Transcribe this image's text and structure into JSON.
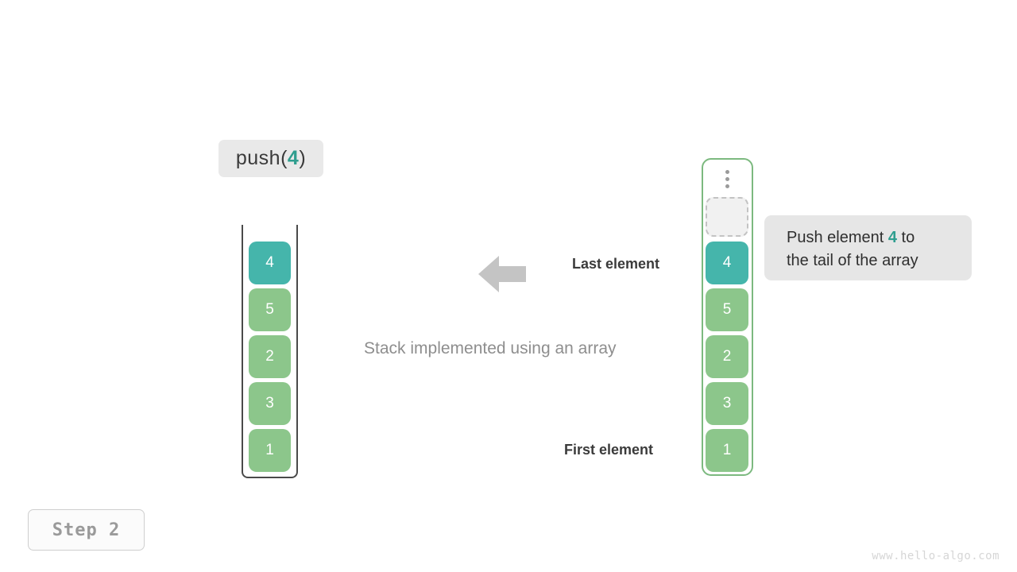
{
  "operation": {
    "prefix": "push(",
    "value": "4",
    "suffix": ")"
  },
  "stack": {
    "caption": "Stack implemented using an array",
    "cells": [
      {
        "value": "4",
        "color": "teal"
      },
      {
        "value": "5",
        "color": "green"
      },
      {
        "value": "2",
        "color": "green"
      },
      {
        "value": "3",
        "color": "green"
      },
      {
        "value": "1",
        "color": "green"
      }
    ]
  },
  "array": {
    "ellipsis_icon": "vertical-ellipsis-icon",
    "empty_slot_label": "",
    "cells": [
      {
        "value": "4",
        "color": "teal"
      },
      {
        "value": "5",
        "color": "green"
      },
      {
        "value": "2",
        "color": "green"
      },
      {
        "value": "3",
        "color": "green"
      },
      {
        "value": "1",
        "color": "green"
      }
    ]
  },
  "annotations": {
    "last_element": "Last element",
    "first_element": "First element",
    "arrow_icon": "arrow-left-icon"
  },
  "tooltip": {
    "line1_prefix": "Push element ",
    "line1_value": "4",
    "line1_suffix": " to",
    "line2": "the tail of the array"
  },
  "step": {
    "label": "Step 2"
  },
  "watermark": {
    "text": "www.hello-algo.com"
  },
  "colors": {
    "teal": "#45b5ab",
    "green": "#8cc68b",
    "accent_text": "#2f9e8f",
    "container_border": "#7cb97f",
    "stack_border": "#4a4a4a",
    "arrow": "#c4c4c4",
    "label_bg": "#e9e9e9",
    "tooltip_bg": "#e6e6e6"
  }
}
